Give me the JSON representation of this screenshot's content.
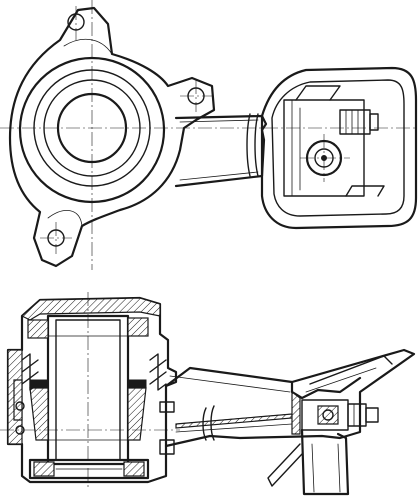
{
  "figure": {
    "kind": "technical-drawing",
    "views": [
      "top-view",
      "section-view"
    ],
    "colors": {
      "line": "#1a1a1a",
      "background": "#ffffff"
    }
  }
}
